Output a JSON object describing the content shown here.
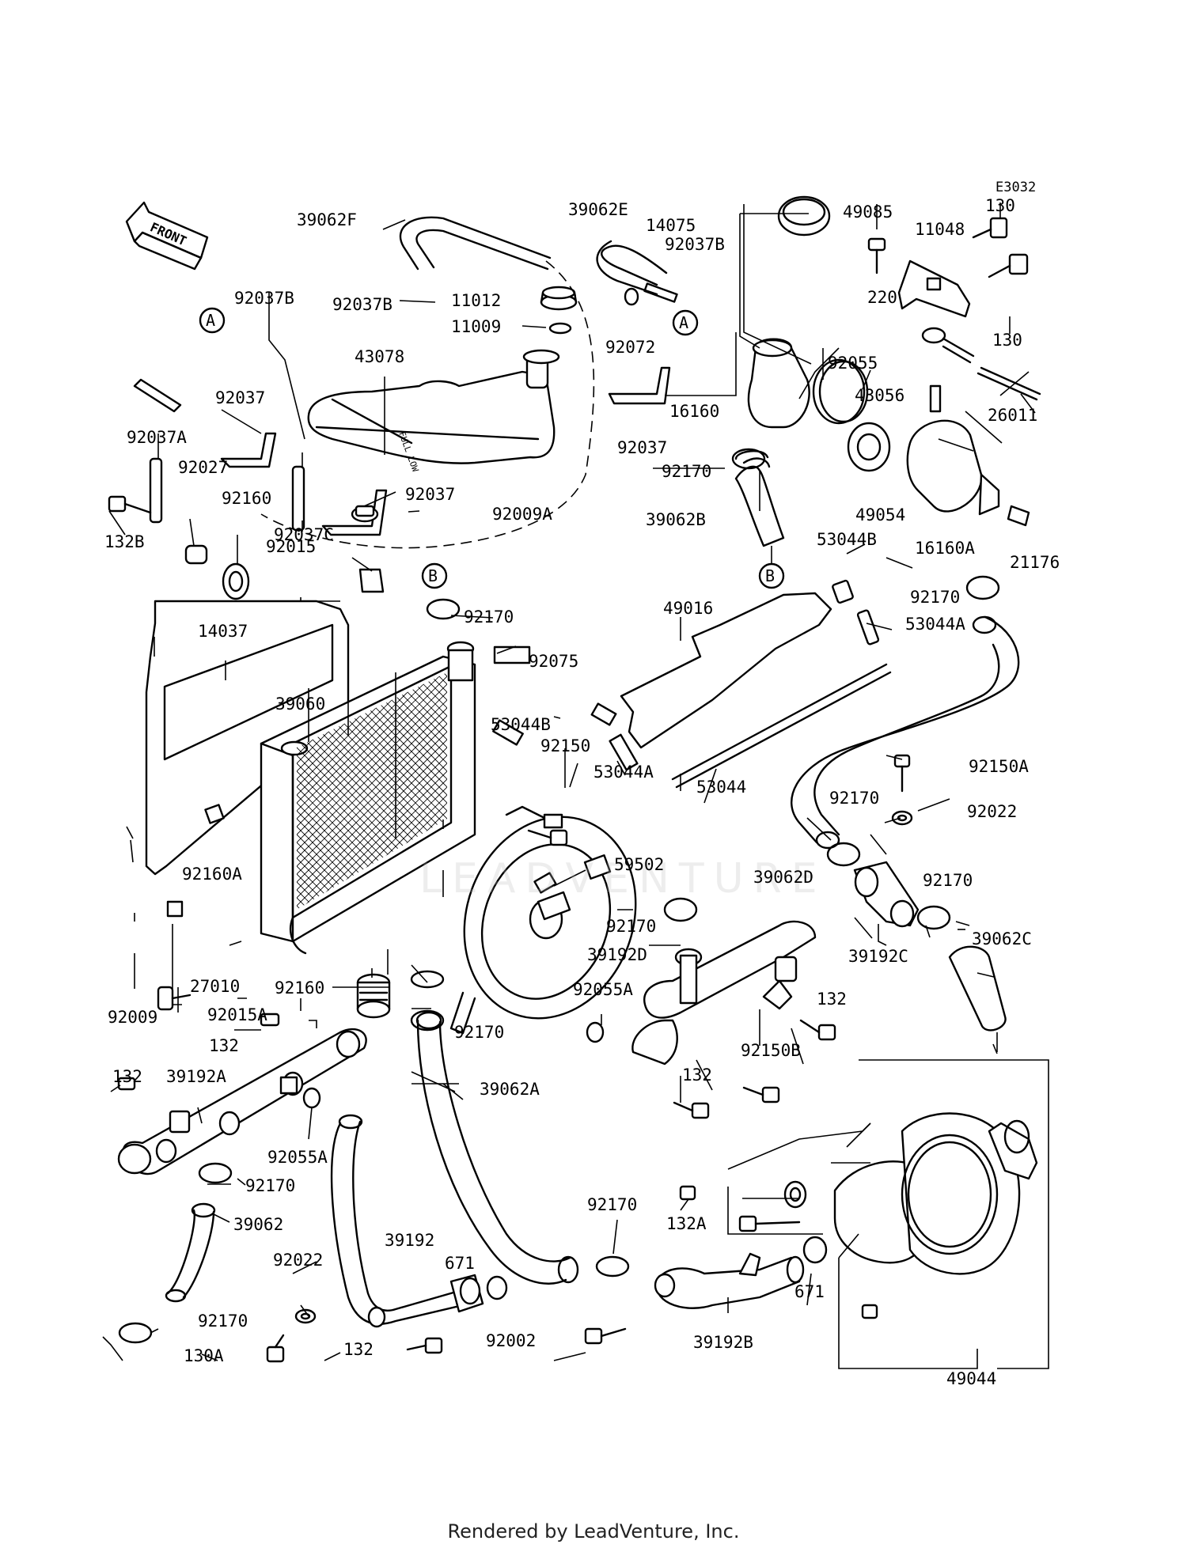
{
  "diagram": {
    "code": "E3032",
    "front_label": "FRONT",
    "footer": "Rendered by LeadVenture, Inc.",
    "watermark": "LEADVENTURE"
  },
  "callouts": [
    "A",
    "B"
  ],
  "part_labels": [
    "39062F",
    "39062E",
    "14075",
    "49085",
    "11048",
    "130",
    "130",
    "92037B",
    "92037B",
    "11012",
    "11009",
    "92072",
    "220",
    "92037B",
    "43078",
    "92037",
    "92037A",
    "92027",
    "92160",
    "92037",
    "92037C",
    "92009A",
    "132B",
    "92015",
    "92055",
    "43056",
    "26011",
    "16160",
    "92037",
    "92170",
    "49054",
    "16160A",
    "21176",
    "39062B",
    "53044B",
    "92170",
    "53044A",
    "92170",
    "49016",
    "92075",
    "14037",
    "39060",
    "53044B",
    "92150",
    "53044A",
    "53044",
    "92150A",
    "92022",
    "92170",
    "59502",
    "39062D",
    "92160A",
    "92170",
    "39192D",
    "39192C",
    "92170",
    "39062C",
    "27010",
    "92160",
    "92009",
    "92015A",
    "92055A",
    "132",
    "92170",
    "132",
    "92150B",
    "132",
    "132",
    "39192A",
    "39062A",
    "92055A",
    "92170",
    "39062",
    "92170",
    "132A",
    "39192",
    "671",
    "92022",
    "92170",
    "130A",
    "132",
    "92002",
    "39192B",
    "671",
    "49044"
  ]
}
